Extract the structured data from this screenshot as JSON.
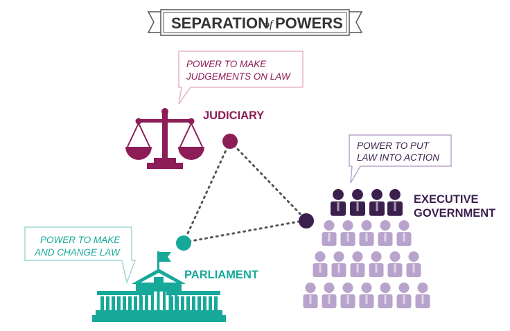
{
  "title": {
    "part1": "SEPARATION",
    "connector": "of",
    "part2": "POWERS"
  },
  "colors": {
    "judiciary": "#8c1d57",
    "judiciary_callout": "#e8b4c4",
    "parliament": "#16a99a",
    "parliament_callout": "#9ed9d6",
    "executive": "#3b1f4d",
    "executive_light": "#b8a3cc",
    "dots": "#555555",
    "title_text": "#333333"
  },
  "judiciary": {
    "label": "JUDICIARY",
    "callout_line1": "POWER TO MAKE",
    "callout_line2": "JUDGEMENTS ON LAW",
    "icon": "scales-of-justice-icon"
  },
  "executive": {
    "label_line1": "EXECUTIVE",
    "label_line2": "GOVERNMENT",
    "callout_line1": "POWER TO PUT",
    "callout_line2": "LAW INTO ACTION",
    "icon": "crowd-of-people-icon"
  },
  "parliament": {
    "label": "PARLIAMENT",
    "callout_line1": "POWER TO MAKE",
    "callout_line2": "AND CHANGE LAW",
    "icon": "parliament-house-icon"
  }
}
